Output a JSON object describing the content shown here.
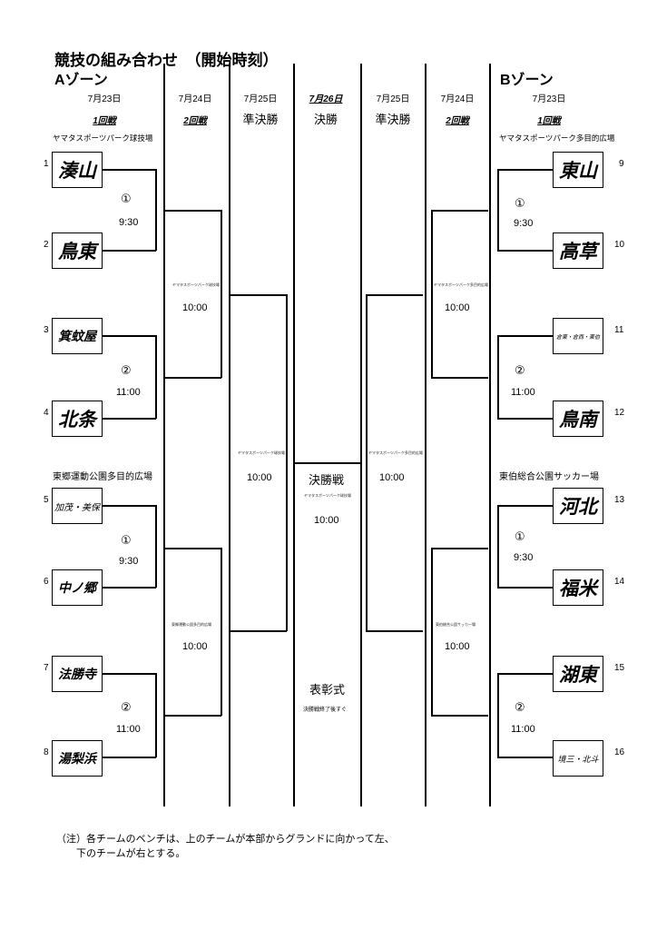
{
  "title": "競技の組み合わせ　（開始時刻）",
  "zones": {
    "a": "Aゾーン",
    "b": "Bゾーン"
  },
  "headers": {
    "a_r1_date": "7月23日",
    "a_r1_round": "1回戦",
    "a_r2_date": "7月24日",
    "a_r2_round": "2回戦",
    "a_sf_date": "7月25日",
    "a_sf_round": "準決勝",
    "final_date": "7月26日",
    "final_round": "決勝",
    "b_sf_date": "7月25日",
    "b_sf_round": "準決勝",
    "b_r2_date": "7月24日",
    "b_r2_round": "2回戦",
    "b_r1_date": "7月23日",
    "b_r1_round": "1回戦"
  },
  "venues": {
    "a_top": "ヤマタスポーツパーク球技場",
    "a_bottom": "東郷運動公園多目的広場",
    "b_top": "ヤマタスポーツパーク多目的広場",
    "b_bottom": "東伯総合公園サッカー場"
  },
  "small_venues": {
    "a_r2_top": "ヤマタスポーツパーク球技場",
    "a_r2_bottom": "東郷運動公園多目的広場",
    "a_sf": "ヤマタスポーツパーク球技場",
    "final": "ヤマタスポーツパーク球技場",
    "b_sf": "ヤマタスポーツパーク多目的広場",
    "b_r2_top": "ヤマタスポーツパーク多目的広場",
    "b_r2_bottom": "東伯総合公園サッカー場"
  },
  "teams_a": [
    {
      "num": "1",
      "name": "湊山"
    },
    {
      "num": "2",
      "name": "鳥東"
    },
    {
      "num": "3",
      "name": "箕蚊屋"
    },
    {
      "num": "4",
      "name": "北条"
    },
    {
      "num": "5",
      "name": "加茂・美保"
    },
    {
      "num": "6",
      "name": "中ノ郷"
    },
    {
      "num": "7",
      "name": "法勝寺"
    },
    {
      "num": "8",
      "name": "湯梨浜"
    }
  ],
  "teams_b": [
    {
      "num": "9",
      "name": "東山"
    },
    {
      "num": "10",
      "name": "高草"
    },
    {
      "num": "11",
      "name": "倉東・倉西・東伯"
    },
    {
      "num": "12",
      "name": "鳥南"
    },
    {
      "num": "13",
      "name": "河北"
    },
    {
      "num": "14",
      "name": "福米"
    },
    {
      "num": "15",
      "name": "湖東"
    },
    {
      "num": "16",
      "name": "境三・北斗"
    }
  ],
  "games": {
    "a1": {
      "no": "①",
      "time": "9:30"
    },
    "a2": {
      "no": "②",
      "time": "11:00"
    },
    "a3": {
      "no": "①",
      "time": "9:30"
    },
    "a4": {
      "no": "②",
      "time": "11:00"
    },
    "b1": {
      "no": "①",
      "time": "9:30"
    },
    "b2": {
      "no": "②",
      "time": "11:00"
    },
    "b3": {
      "no": "①",
      "time": "9:30"
    },
    "b4": {
      "no": "②",
      "time": "11:00"
    }
  },
  "round2_times": {
    "a_top": "10:00",
    "a_bottom": "10:00",
    "b_top": "10:00",
    "b_bottom": "10:00"
  },
  "semi_times": {
    "a": "10:00",
    "b": "10:00"
  },
  "final": {
    "label": "決勝戦",
    "time": "10:00",
    "ceremony": "表彰式",
    "ceremony_note": "決勝戦終了後すぐ"
  },
  "note": {
    "line1": "（注）各チームのベンチは、上のチームが本部からグランドに向かって左、",
    "line2": "下のチームが右とする。"
  }
}
